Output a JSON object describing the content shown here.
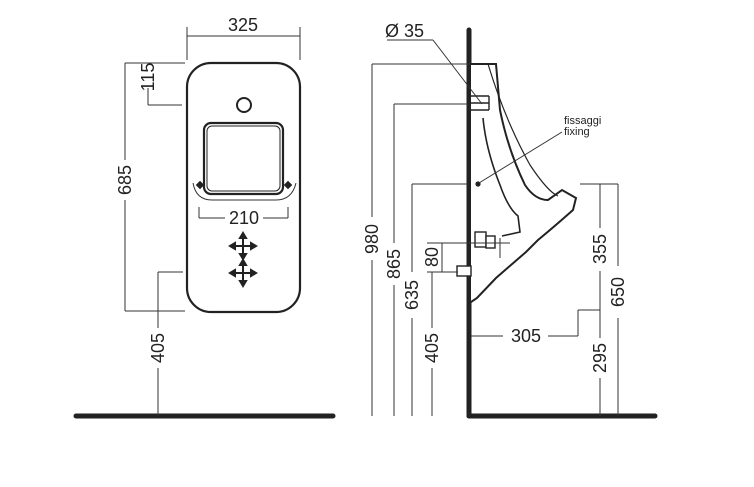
{
  "front_view": {
    "width_top": "325",
    "top_offset": "115",
    "height": "685",
    "inner_width": "210",
    "floor_height": "405"
  },
  "side_view": {
    "diameter": "Ø 35",
    "fixing_it": "fissaggi",
    "fixing_en": "fixing",
    "h_980": "980",
    "h_865": "865",
    "h_635": "635",
    "h_80": "80",
    "h_405": "405",
    "h_355": "355",
    "h_650": "650",
    "h_295": "295",
    "depth": "305"
  }
}
